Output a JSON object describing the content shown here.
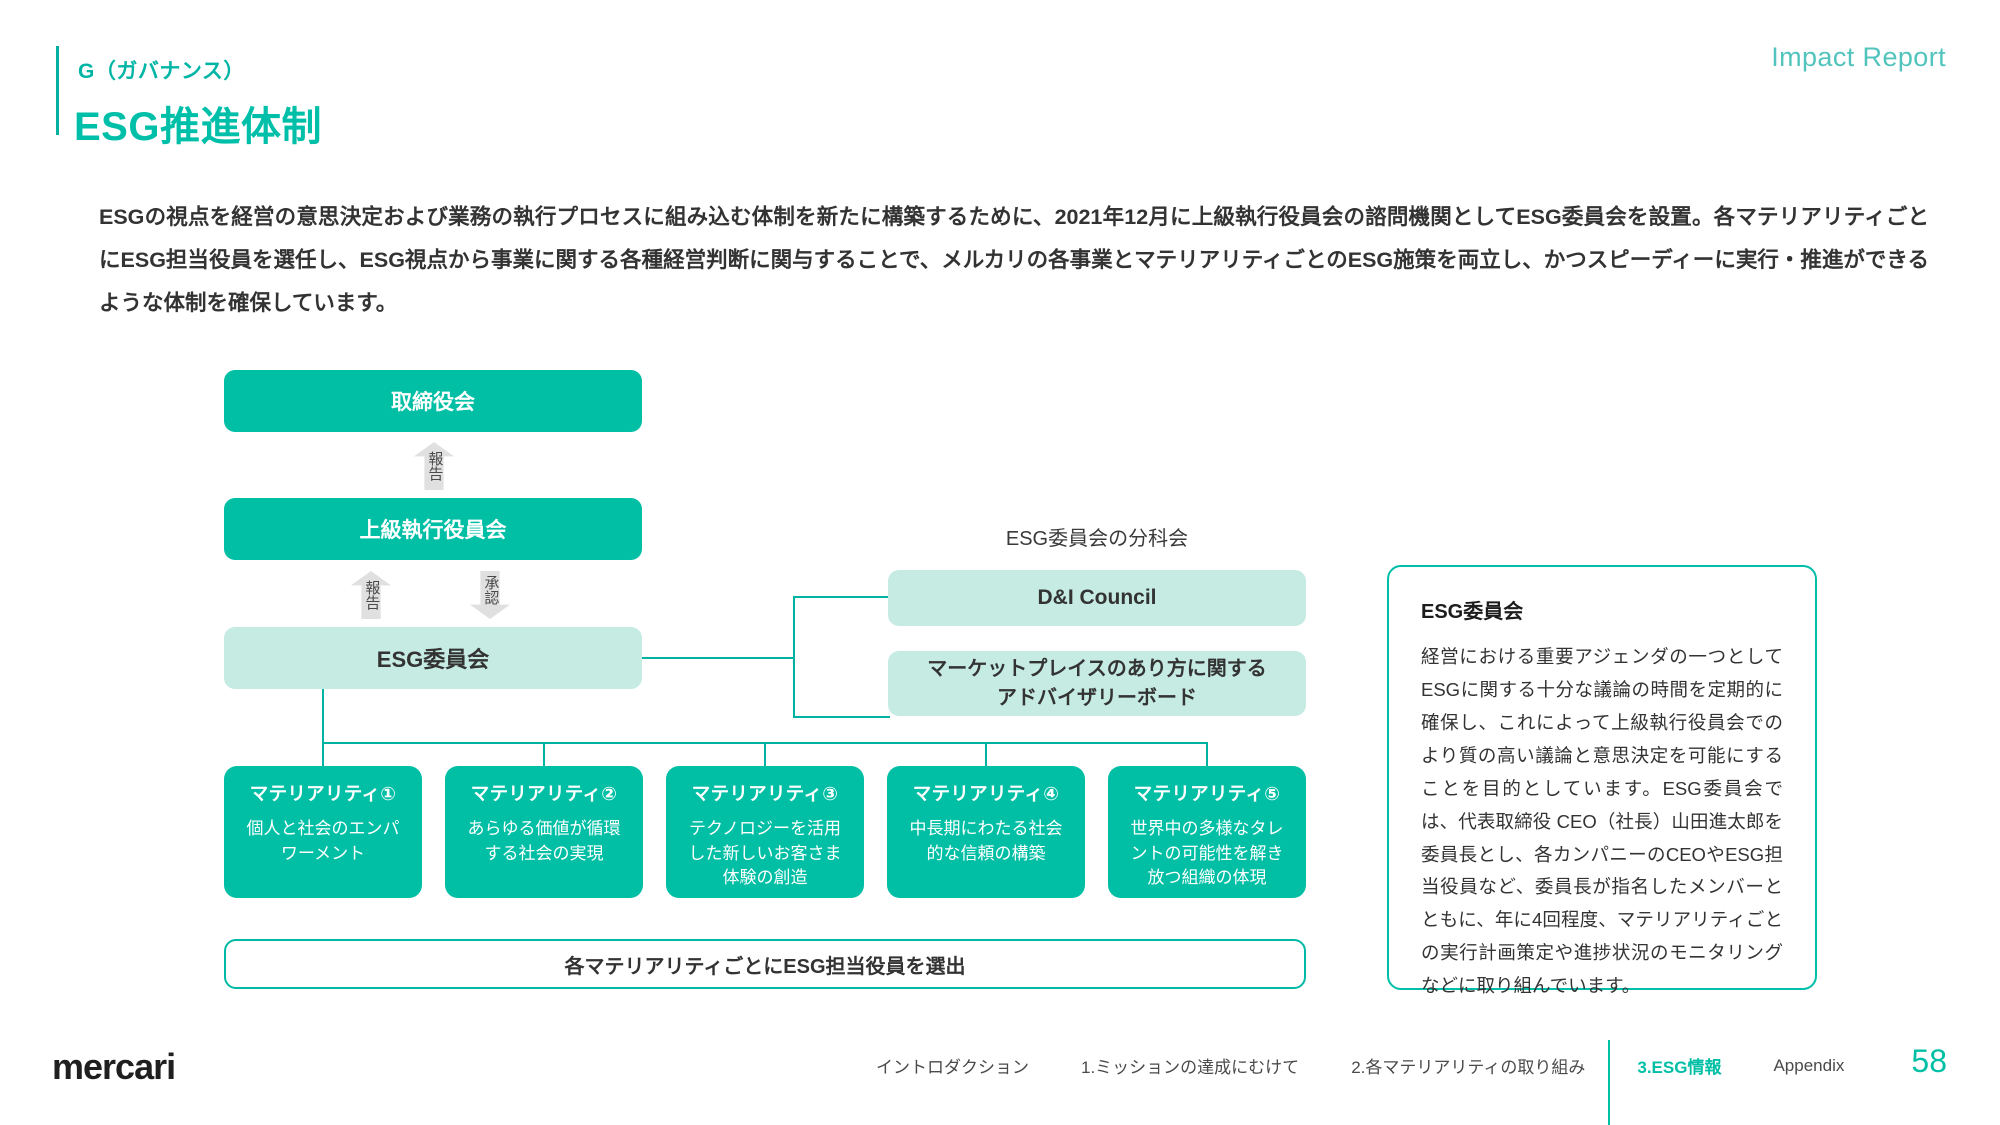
{
  "header": {
    "eyebrow": "G（ガバナンス）",
    "title": "ESG推進体制",
    "brand_label": "Impact Report"
  },
  "intro": {
    "paragraph": "ESGの視点を経営の意思決定および業務の執行プロセスに組み込む体制を新たに構築するために、2021年12月に上級執行役員会の諮問機関としてESG委員会を設置。各マテリアリティごとにESG担当役員を選任し、ESG視点から事業に関する各種経営判断に関与することで、メルカリの各事業とマテリアリティごとのESG施策を両立し、かつスピーディーに実行・推進ができるような体制を確保しています。"
  },
  "diagram": {
    "nodes": {
      "board": "取締役会",
      "executive": "上級執行役員会",
      "esg_committee": "ESG委員会"
    },
    "arrows": {
      "report_to_board": "報告",
      "report_to_exec": "報告",
      "approve_from_exec": "承認"
    },
    "subcommittee_label": "ESG委員会の分科会",
    "subcommittees": [
      {
        "name": "D&I Council"
      },
      {
        "name": "マーケットプレイスのあり方に関する\nアドバイザリーボード",
        "line1": "マーケットプレイスのあり方に関する",
        "line2": "アドバイザリーボード"
      }
    ],
    "materialities": [
      {
        "title": "マテリアリティ①",
        "desc": "個人と社会のエンパ\nワーメント"
      },
      {
        "title": "マテリアリティ②",
        "desc": "あらゆる価値が循環\nする社会の実現"
      },
      {
        "title": "マテリアリティ③",
        "desc": "テクノロジーを活用\nした新しいお客さま\n体験の創造"
      },
      {
        "title": "マテリアリティ④",
        "desc": "中長期にわたる社会\n的な信頼の構築"
      },
      {
        "title": "マテリアリティ⑤",
        "desc": "世界中の多様なタレ\nントの可能性を解き\n放つ組織の体現"
      }
    ],
    "bottom_bar": "各マテリアリティごとにESG担当役員を選出"
  },
  "info_card": {
    "title": "ESG委員会",
    "body": "経営における重要アジェンダの一つとしてESGに関する十分な議論の時間を定期的に確保し、これによって上級執行役員会でのより質の高い議論と意思決定を可能にすることを目的としています。ESG委員会では、代表取締役 CEO（社長）山田進太郎を委員長とし、各カンパニーのCEOやESG担当役員など、委員長が指名したメンバーとともに、年に4回程度、マテリアリティごとの実行計画策定や進捗状況のモニタリングなどに取り組んでいます。"
  },
  "footer": {
    "logo": "mercari",
    "nav": [
      {
        "label": "イントロダクション",
        "active": false
      },
      {
        "label": "1.ミッションの達成にむけて",
        "active": false
      },
      {
        "label": "2.各マテリアリティの取り組み",
        "active": false
      },
      {
        "label": "3.ESG情報",
        "active": true
      },
      {
        "label": "Appendix",
        "active": false
      }
    ],
    "page_number": "58"
  },
  "colors": {
    "accent": "#00bfa5",
    "accent_dark": "#00b0a0",
    "accent_light": "#c5ebe2",
    "arrow_grey": "#e0e0e0",
    "text": "#333333"
  }
}
